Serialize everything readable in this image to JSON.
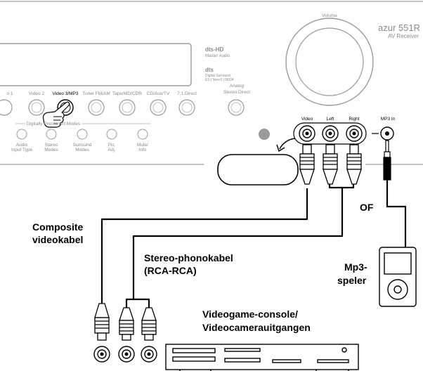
{
  "receiver": {
    "brand_model": "azur 551R",
    "brand_sub": "AV Receiver",
    "volume_label": "Volume",
    "logo_dts_hd": "dts-HD",
    "logo_dts_hd_sub": "Master Audio",
    "logo_dts": "dts",
    "logo_dts_sub1": "Digital Surround",
    "logo_dts_sub2": "ES | Neo:6 | 96/24",
    "source_buttons": [
      "o 1",
      "Video 2",
      "Video 3/MP3",
      "Tuner FM/AM",
      "Tape/MD/CDR",
      "CD/Aux/TV",
      "7.1 Direct"
    ],
    "analog_label_1": "Analog",
    "analog_label_2": "Stereo Direct",
    "modes_header": "Digitally Processed Modes",
    "mode_buttons": [
      [
        "Audio",
        "Input Type"
      ],
      [
        "Stereo",
        "Modes"
      ],
      [
        "Surround",
        "Modes"
      ],
      [
        "Pic.",
        "Adj."
      ],
      [
        "Mute/",
        "Info"
      ]
    ],
    "jack_labels": {
      "video": "Video",
      "left": "Left",
      "right": "Right",
      "mp3": "MP3 In"
    }
  },
  "labels": {
    "composite_1": "Composite",
    "composite_2": "videokabel",
    "stereo_1": "Stereo-phonokabel",
    "stereo_2": "(RCA-RCA)",
    "or": "OF",
    "mp3_1": "Mp3-",
    "mp3_2": "speler",
    "console_1": "Videogame-console/",
    "console_2": "Videocamerauitgangen"
  }
}
